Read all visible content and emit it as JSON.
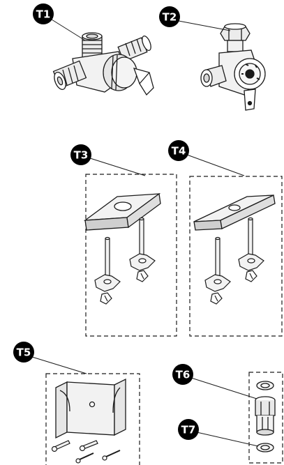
{
  "callouts": {
    "t1": "T1",
    "t2": "T2",
    "t3": "T3",
    "t4": "T4",
    "t5": "T5",
    "t6": "T6",
    "t7": "T7"
  },
  "colors": {
    "line": "#1a1a1a",
    "callout_fill": "#000000",
    "callout_text": "#ffffff",
    "part_fill": "#f2f2f2",
    "part_shadow": "#cfcfcf"
  }
}
